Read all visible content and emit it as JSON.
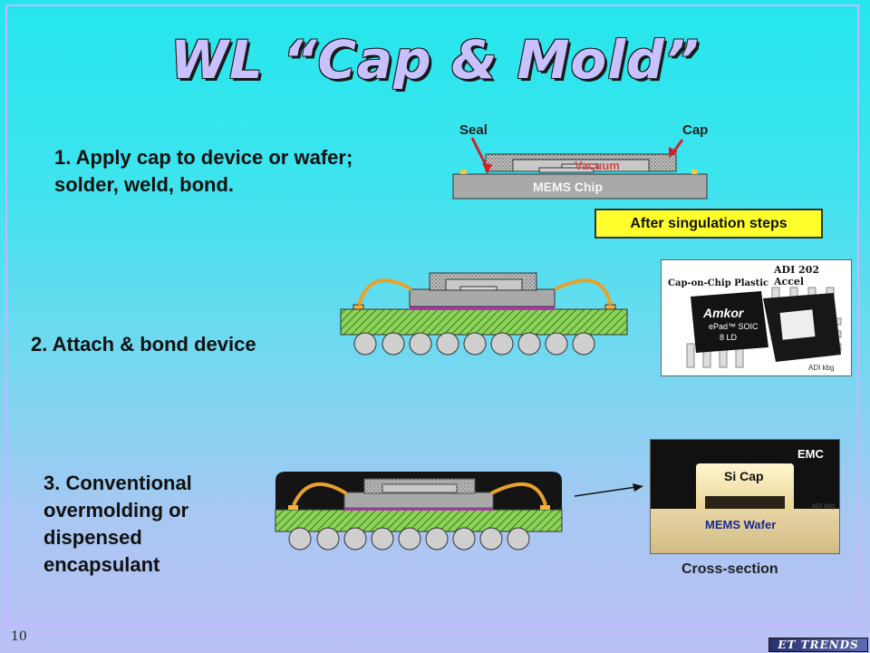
{
  "title": "WL “Cap & Mold”",
  "steps": {
    "step1_line1": "1. Apply cap to device or wafer;",
    "step1_line2": "solder, weld, bond.",
    "step2": "2. Attach & bond device",
    "step3_line1": "3. Conventional",
    "step3_line2": "overmolding or",
    "step3_line3": "dispensed",
    "step3_line4": "encapsulant"
  },
  "diagram1": {
    "seal_label": "Seal",
    "cap_label": "Cap",
    "vacuum_label": "Vacuum",
    "chip_label": "MEMS Chip",
    "after_label": "After singulation steps"
  },
  "photo_package": {
    "part_label": "ADI 202 Accel",
    "title_label": "Cap-on-Chip Plastic",
    "brand": "Amkor",
    "package_line1": "ePad™ SOIC",
    "package_line2": "8 LD",
    "credit": "ADI kbg"
  },
  "photo_section": {
    "emc_label": "EMC",
    "cap_label": "Si Cap",
    "wafer_label": "MEMS Wafer",
    "credit": "ADI kbg",
    "caption": "Cross-section"
  },
  "footer": {
    "page_number": "10",
    "logo_text": "ET TRENDS"
  }
}
